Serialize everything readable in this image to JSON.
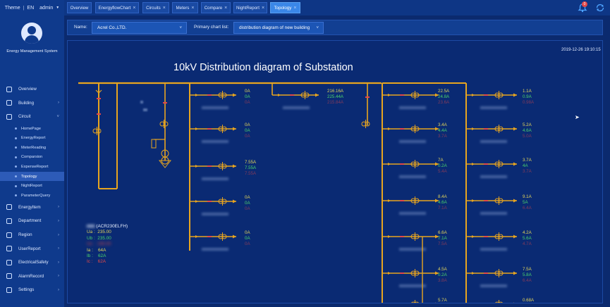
{
  "header": {
    "theme_label": "Theme",
    "lang_label": "EN",
    "user_label": "admin"
  },
  "sidebar": {
    "system_name": "Energy Management System",
    "menu": [
      {
        "label": "Overview",
        "icon": "monitor-icon"
      },
      {
        "label": "Building",
        "icon": "building-icon"
      },
      {
        "label": "Circuit",
        "icon": "circuit-icon"
      }
    ],
    "circuit_sub": [
      {
        "label": "HomePage"
      },
      {
        "label": "EnergyReport"
      },
      {
        "label": "MeterReading"
      },
      {
        "label": "Comparsion"
      },
      {
        "label": "ExpenseReport"
      },
      {
        "label": "Topology",
        "active": true
      },
      {
        "label": "NightReport"
      },
      {
        "label": "ParameterQuery"
      }
    ],
    "menu_bottom": [
      {
        "label": "EnergyItem",
        "icon": "energy-icon"
      },
      {
        "label": "Department",
        "icon": "department-icon"
      },
      {
        "label": "Region",
        "icon": "region-icon"
      },
      {
        "label": "UserReport",
        "icon": "report-icon"
      },
      {
        "label": "ElectricalSafety",
        "icon": "shield-icon"
      },
      {
        "label": "AlarmRecord",
        "icon": "alarm-icon"
      },
      {
        "label": "Settings",
        "icon": "settings-icon"
      }
    ]
  },
  "tabs": [
    {
      "label": "Overview",
      "closable": false
    },
    {
      "label": "EnergyflowChart",
      "closable": true
    },
    {
      "label": "Circuits",
      "closable": true
    },
    {
      "label": "Meters",
      "closable": true
    },
    {
      "label": "Compare",
      "closable": true
    },
    {
      "label": "NightReport",
      "closable": true
    },
    {
      "label": "Topology",
      "closable": true,
      "active": true
    }
  ],
  "notifications": {
    "count": "0"
  },
  "filter": {
    "name_label": "Name:",
    "name_value": "Acrel Co.,LTD.",
    "chart_label": "Primary chart list:",
    "chart_value": "distribution diagram of new building"
  },
  "diagram": {
    "timestamp": "2019-12-26 19:10:15",
    "title": "10kV Distribution diagram of Substation",
    "meter": {
      "model": "(ACR230ELFH)",
      "ua_label": "Ua :",
      "ua_value": "235.00",
      "ub_label": "Ub :",
      "ub_value": "235.00",
      "uc_label": "Uc :",
      "uc_value": "235.00",
      "ia_label": "Ia :",
      "ia_value": "64A",
      "ib_label": "Ib :",
      "ib_value": "62A",
      "ic_label": "Ic :",
      "ic_value": "62A"
    },
    "left_feeders": [
      {
        "a": "0A",
        "b": "0A",
        "c": "0A"
      },
      {
        "a": "0A",
        "b": "0A",
        "c": "0A"
      },
      {
        "a": "7.55A",
        "b": "7.55A",
        "c": "7.55A"
      },
      {
        "a": "0A",
        "b": "0A",
        "c": "0A"
      },
      {
        "a": "0A",
        "b": "0A",
        "c": "0A"
      }
    ],
    "top_feeder": {
      "a": "216.16A",
      "b": "225.44A",
      "c": "215.84A"
    },
    "mid_feeders": [
      {
        "a": "22.5A",
        "b": "24.8A",
        "c": "23.6A"
      },
      {
        "a": "3.4A",
        "b": "4.4A",
        "c": "3.7A"
      },
      {
        "a": "7A",
        "b": "0.2A",
        "c": "5.4A"
      },
      {
        "a": "8.4A",
        "b": "4.6A",
        "c": "7.1A"
      },
      {
        "a": "6.6A",
        "b": "7.1A",
        "c": "7.5A"
      },
      {
        "a": "4.5A",
        "b": "0.2A",
        "c": "3.8A"
      },
      {
        "a": "5.7A",
        "b": "",
        "c": ""
      }
    ],
    "right_feeders": [
      {
        "a": "1.1A",
        "b": "0.9A",
        "c": "0.98A"
      },
      {
        "a": "5.2A",
        "b": "4.6A",
        "c": "5.0A"
      },
      {
        "a": "3.7A",
        "b": "4A",
        "c": "3.7A"
      },
      {
        "a": "9.1A",
        "b": "5A",
        "c": "6.4A"
      },
      {
        "a": "4.2A",
        "b": "5.6A",
        "c": "4.7A"
      },
      {
        "a": "7.5A",
        "b": "5.8A",
        "c": "6.4A"
      },
      {
        "a": "0.68A",
        "b": "",
        "c": ""
      }
    ]
  },
  "colors": {
    "busbar": "#e8a51f",
    "phase_a": "#e3d55a",
    "phase_b": "#4bd36b",
    "phase_c": "#e34848",
    "accent_tab": "#3a87e8"
  }
}
